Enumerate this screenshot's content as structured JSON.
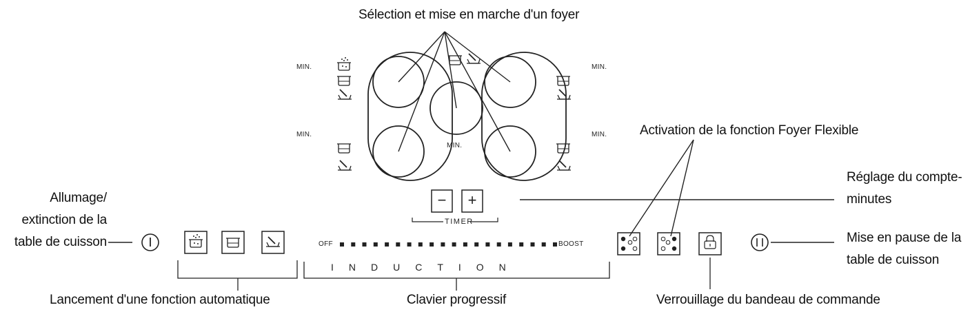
{
  "labels": {
    "zone_select": "Sélection et mise en marche d'un foyer",
    "flex_zone": "Activation de la fonction Foyer Flexible",
    "timer_adjust": [
      "Réglage du compte-",
      "minutes"
    ],
    "power": [
      "Allumage/",
      "extinction de la",
      "table de cuisson"
    ],
    "pause": [
      "Mise en pause de la",
      "table de cuisson"
    ],
    "auto_function": "Lancement d'une fonction automatique",
    "slider": "Clavier progressif",
    "lock": "Verrouillage du bandeau de commande"
  },
  "panel": {
    "min": "MIN.",
    "off": "OFF",
    "boost": "BOOST",
    "induction": "INDUCTION",
    "timer": "TIMER",
    "minus": "−",
    "plus": "+"
  },
  "icons": {
    "zone_indicators": [
      "boil-pot-icon",
      "pot-icon",
      "frying-pan-icon"
    ],
    "auto_buttons": [
      "boil-pot-icon",
      "pot-icon",
      "frying-pan-icon"
    ],
    "flex_buttons": [
      "flex-left-icon",
      "flex-right-icon"
    ],
    "lock": "lock-icon",
    "power": "power-icon",
    "pause": "pause-icon"
  }
}
